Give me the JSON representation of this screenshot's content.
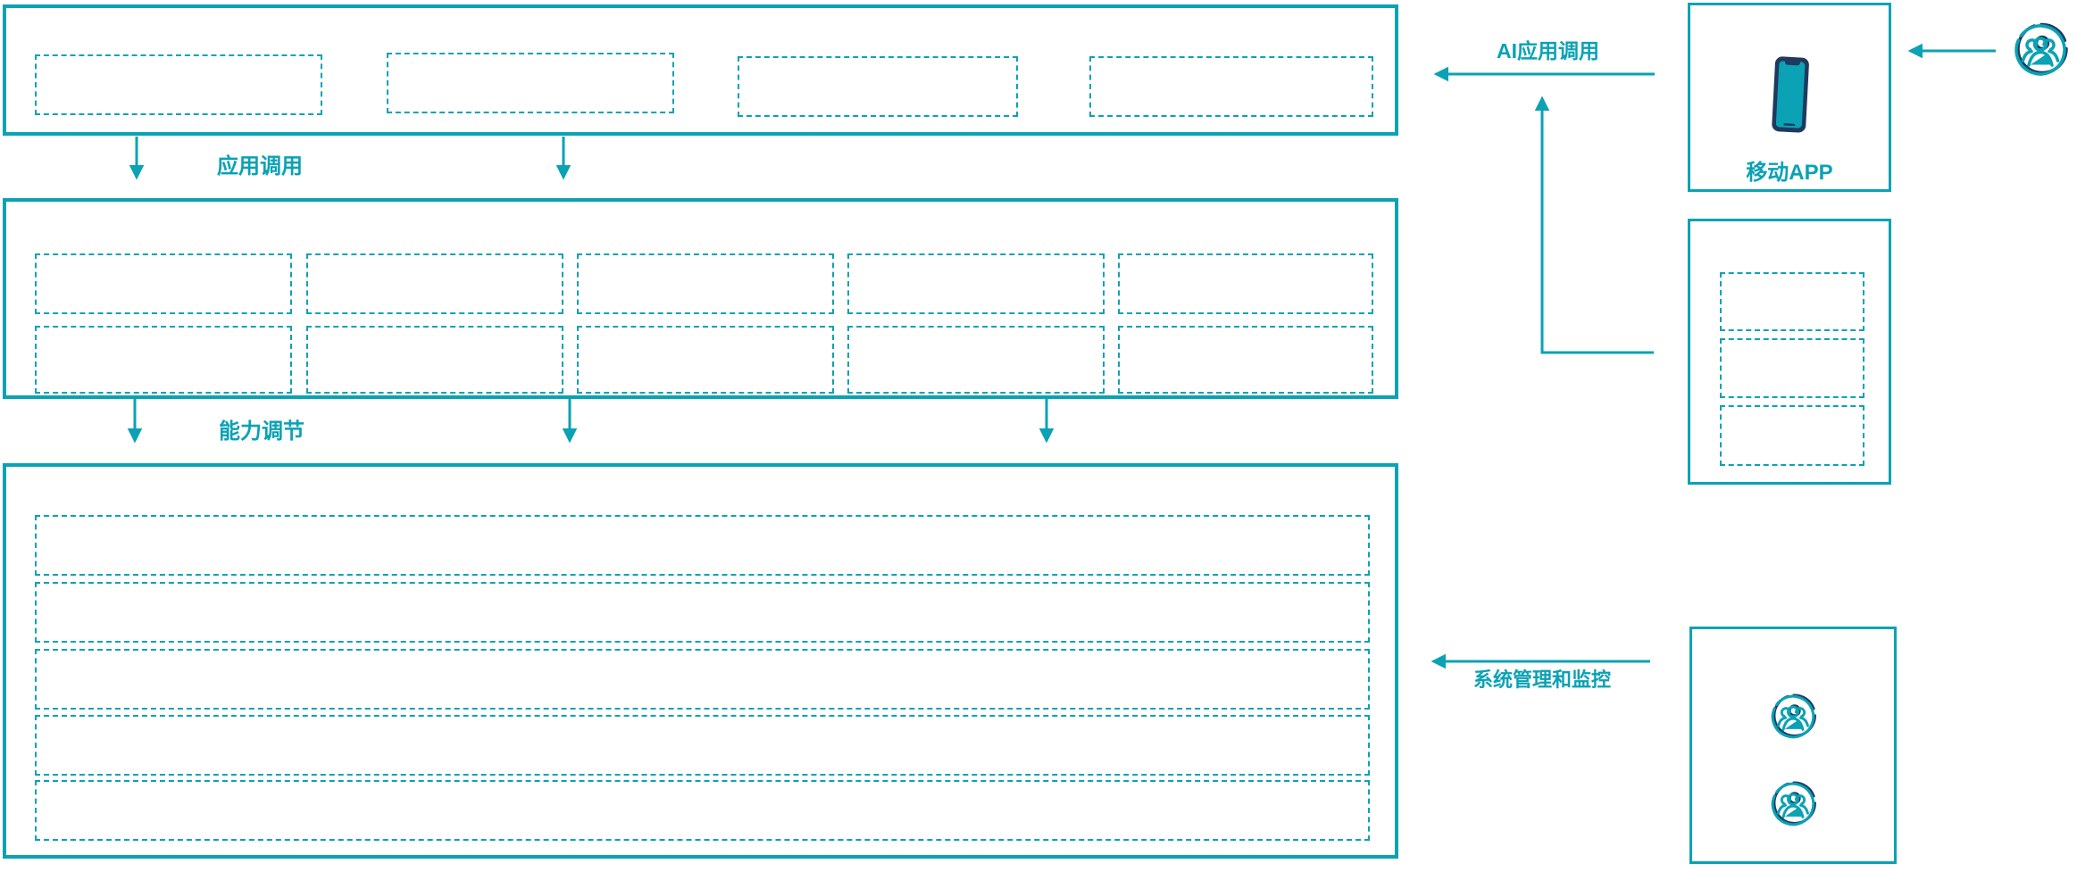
{
  "diagram": {
    "type": "architecture-diagram",
    "accent_color": "#0AA2B4",
    "dark_color": "#1E3A5F",
    "background_color": "#FFFFFF"
  },
  "labels": {
    "app_call": "应用调用",
    "capability_adjust": "能力调节",
    "ai_app_call": "AI应用调用",
    "system_monitor": "系统管理和监控",
    "mobile_app": "移动APP"
  },
  "bands": {
    "top": {
      "empty_slot_count": 4
    },
    "middle": {
      "rows": 2,
      "cols": 5,
      "empty_slot_count": 10
    },
    "bottom": {
      "empty_row_count": 5
    }
  },
  "side_panels": {
    "mobile_panel": {
      "icon": "smartphone-icon"
    },
    "middle_panel": {
      "empty_slot_count": 3
    },
    "monitor_panel": {
      "icon": "users-group-icon",
      "icon_count": 2
    }
  },
  "icons": {
    "users_group": "users-group-icon",
    "smartphone": "smartphone-icon"
  }
}
